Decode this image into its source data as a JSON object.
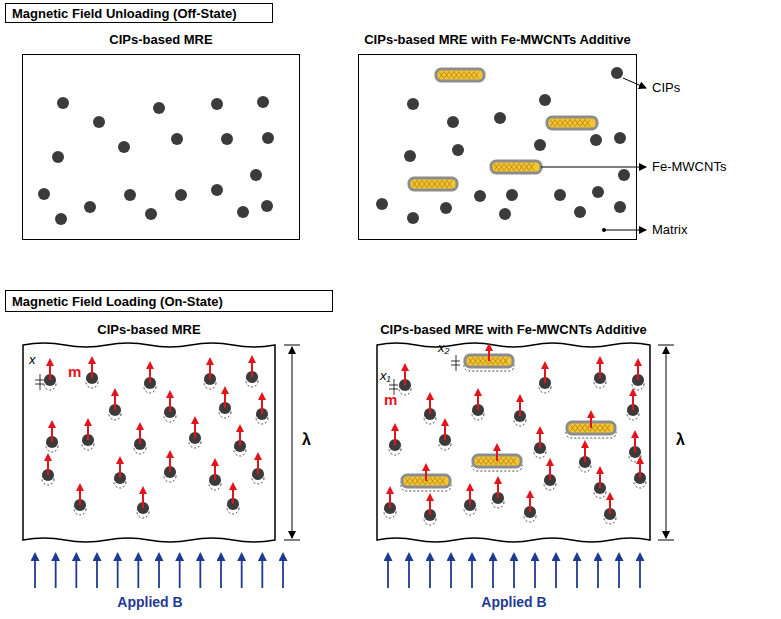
{
  "diagram": {
    "nodes": [
      {
        "text": [
          "Magnetic Field Unloading (Off-State)"
        ]
      },
      {
        "text": [
          "CIPs-based MRE"
        ]
      },
      {
        "text": [
          "CIPs-based MRE with Fe-MWCNTs Additive"
        ]
      },
      {
        "text": [
          "Magnetic Field Loading (On-State)"
        ]
      },
      {
        "text": [
          "CIPs-based MRE"
        ]
      },
      {
        "text": [
          "CIPs-based MRE with Fe-MWCNTs Additive"
        ]
      }
    ],
    "labels": [
      "CIPs",
      "Fe-MWCNTs",
      "Matrix",
      "x",
      "m",
      "λ",
      "Applied B",
      "x₁",
      "x₂",
      "m",
      "λ",
      "Applied B"
    ]
  }
}
